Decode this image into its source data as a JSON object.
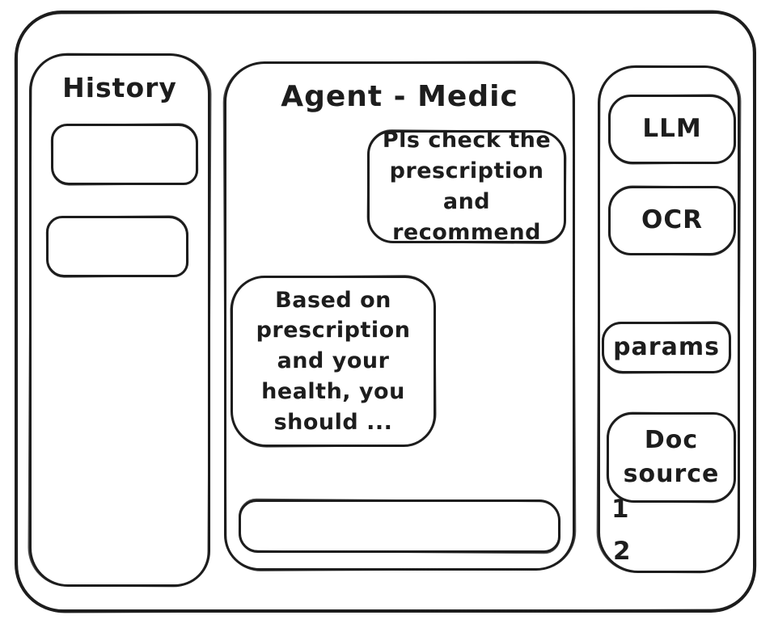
{
  "window": {
    "background_color": "#ffffff",
    "ink_color": "#1d1d1d"
  },
  "history_panel": {
    "title": "History",
    "items": [
      {
        "label": ""
      },
      {
        "label": ""
      }
    ]
  },
  "chat_panel": {
    "title": "Agent - Medic",
    "messages": [
      {
        "role": "user",
        "text": "Pls check the\nprescription\nand recommend"
      },
      {
        "role": "agent",
        "text": "Based on\nprescription\nand your\nhealth, you\nshould ..."
      }
    ],
    "input": {
      "value": "",
      "placeholder": ""
    }
  },
  "tools_panel": {
    "buttons": [
      {
        "label": "LLM"
      },
      {
        "label": "OCR"
      },
      {
        "label": "params"
      },
      {
        "label": "Doc\nsource"
      }
    ],
    "doc_source_items": [
      "1",
      "2"
    ]
  }
}
